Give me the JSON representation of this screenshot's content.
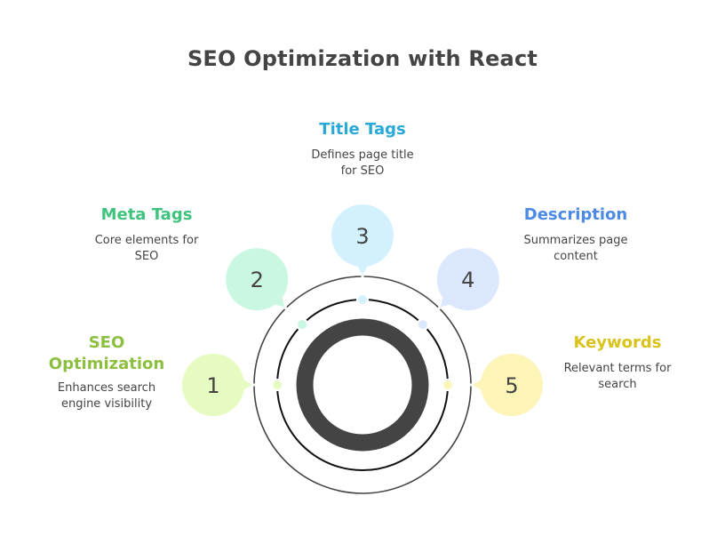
{
  "title": "SEO Optimization with React",
  "items": [
    {
      "number": "1",
      "heading": "SEO Optimization",
      "heading_lines": [
        "SEO",
        "Optimization"
      ],
      "description_lines": [
        "Enhances search",
        "engine visibility"
      ],
      "accent": "#8cbf3f",
      "bubble": "#e6fbc2"
    },
    {
      "number": "2",
      "heading": "Meta Tags",
      "heading_lines": [
        "Meta Tags"
      ],
      "description_lines": [
        "Core elements for",
        "SEO"
      ],
      "accent": "#3ec47e",
      "bubble": "#c9f7e2"
    },
    {
      "number": "3",
      "heading": "Title Tags",
      "heading_lines": [
        "Title Tags"
      ],
      "description_lines": [
        "Defines page title",
        "for SEO"
      ],
      "accent": "#2aa8d8",
      "bubble": "#d2f1fd"
    },
    {
      "number": "4",
      "heading": "Description",
      "heading_lines": [
        "Description"
      ],
      "description_lines": [
        "Summarizes page",
        "content"
      ],
      "accent": "#4c8ae6",
      "bubble": "#dbe7fc"
    },
    {
      "number": "5",
      "heading": "Keywords",
      "heading_lines": [
        "Keywords"
      ],
      "description_lines": [
        "Relevant terms for",
        "search"
      ],
      "accent": "#d9c21a",
      "bubble": "#fdf4b8"
    }
  ],
  "colors": {
    "ring": "#444444",
    "text": "#444444"
  }
}
